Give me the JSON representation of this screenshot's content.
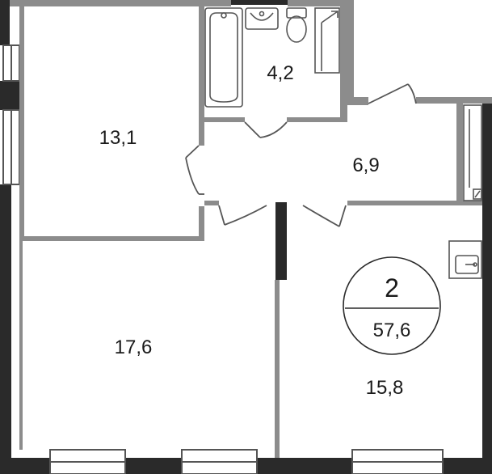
{
  "rooms": {
    "room_1": {
      "area": "13,1"
    },
    "bathroom": {
      "area": "4,2"
    },
    "hallway": {
      "area": "6,9"
    },
    "room_2": {
      "area": "17,6"
    },
    "kitchen": {
      "area": "15,8"
    }
  },
  "badge": {
    "rooms": "2",
    "total_area": "57,6"
  },
  "icons": [
    "bathtub-icon",
    "sink-icon",
    "toilet-icon",
    "kitchen-sink-icon",
    "wardrobe-icon",
    "door-swing-icon",
    "window-icon"
  ],
  "colors": {
    "wall": "#2a2a2a",
    "partition": "#8c8c8c",
    "line": "#555555",
    "background": "#ffffff"
  }
}
